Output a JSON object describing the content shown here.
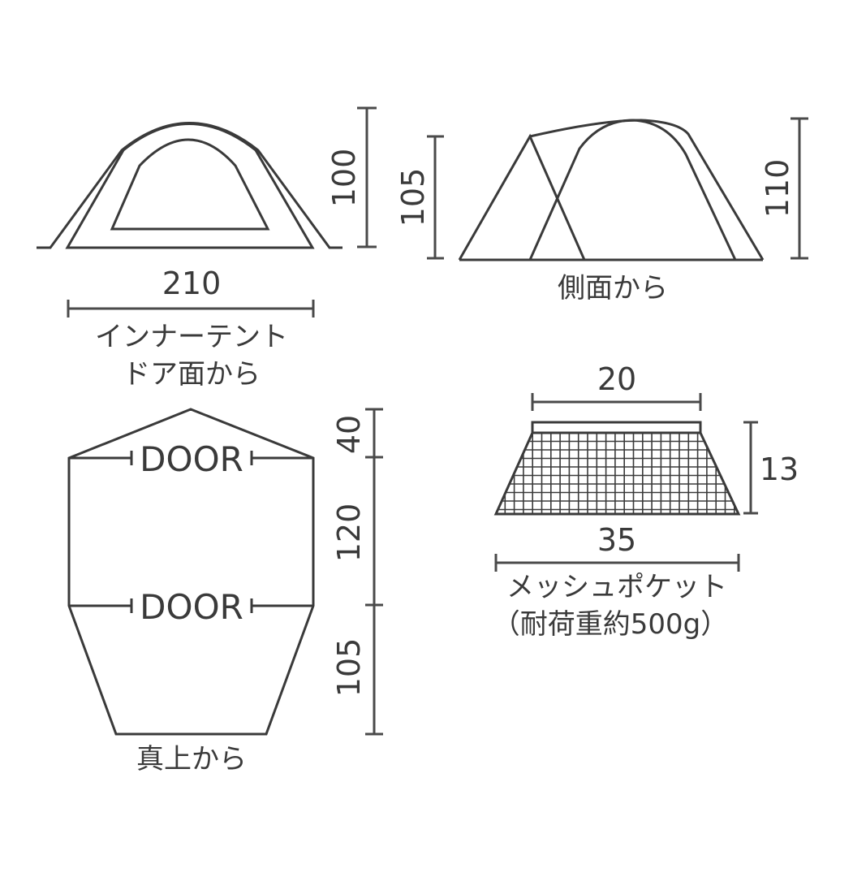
{
  "diagram": {
    "front_view": {
      "width_label": "210",
      "height_label": "100",
      "caption_line1": "インナーテント",
      "caption_line2": "ドア面から"
    },
    "side_view": {
      "left_height_label": "105",
      "right_height_label": "110",
      "caption": "側面から"
    },
    "top_view": {
      "door_top_label": "DOOR",
      "door_bottom_label": "DOOR",
      "segment_labels": [
        "40",
        "120",
        "105"
      ],
      "caption": "真上から"
    },
    "mesh_pocket": {
      "top_width_label": "20",
      "bottom_width_label": "35",
      "height_label": "13",
      "caption_line1": "メッシュポケット",
      "caption_line2": "（耐荷重約500g）"
    },
    "colors": {
      "line": "#3a3a3a",
      "background": "#ffffff"
    }
  }
}
